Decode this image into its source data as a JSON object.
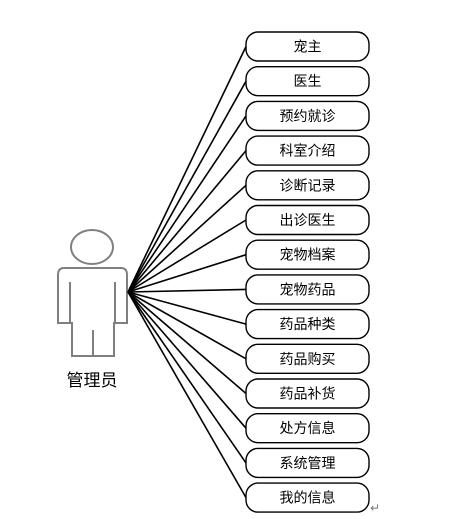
{
  "actor": {
    "label": "管理员"
  },
  "use_cases": [
    {
      "label": "宠主"
    },
    {
      "label": "医生"
    },
    {
      "label": "预约就诊"
    },
    {
      "label": "科室介绍"
    },
    {
      "label": "诊断记录"
    },
    {
      "label": "出诊医生"
    },
    {
      "label": "宠物档案"
    },
    {
      "label": "宠物药品"
    },
    {
      "label": "药品种类"
    },
    {
      "label": "药品购买"
    },
    {
      "label": "药品补货"
    },
    {
      "label": "处方信息"
    },
    {
      "label": "系统管理"
    },
    {
      "label": "我的信息"
    }
  ],
  "return_mark": "↵"
}
